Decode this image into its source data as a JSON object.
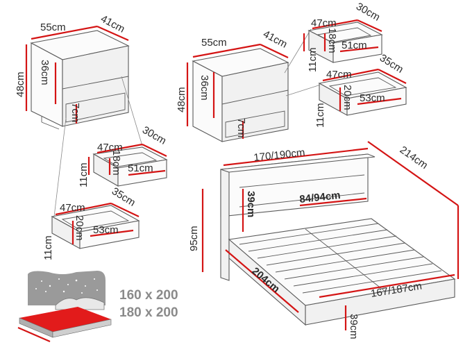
{
  "nightstand_left": {
    "width": "55cm",
    "depth": "41cm",
    "height": "48cm",
    "drawer_height": "36cm",
    "leg_height": "7cm"
  },
  "nightstand_right": {
    "width": "55cm",
    "depth": "41cm",
    "height": "48cm",
    "drawer_height": "36cm",
    "leg_height": "7cm"
  },
  "drawer_small_left": {
    "width": "47cm",
    "depth": "30cm",
    "height": "18cm",
    "inner_width": "51cm",
    "outer_height": "11cm"
  },
  "drawer_large_left": {
    "width": "47cm",
    "depth": "35cm",
    "height": "20cm",
    "inner_width": "53cm",
    "outer_height": "11cm"
  },
  "drawer_small_right": {
    "width": "47cm",
    "depth": "30cm",
    "height": "18cm",
    "inner_width": "51cm",
    "outer_height": "11cm"
  },
  "drawer_large_right": {
    "width": "47cm",
    "depth": "35cm",
    "height": "20cm",
    "inner_width": "53cm",
    "outer_height": "11cm"
  },
  "bed": {
    "head_width": "170/190cm",
    "length": "214cm",
    "head_height": "95cm",
    "head_panel": "39cm",
    "head_inner_width": "84/94cm",
    "frame_length": "204cm",
    "frame_width": "167/187cm",
    "frame_height": "39cm"
  },
  "mattress_sizes": [
    "160 x 200",
    "180 x 200"
  ],
  "colors": {
    "dimension_red": "#d41414",
    "outline": "#5a5a5a"
  }
}
